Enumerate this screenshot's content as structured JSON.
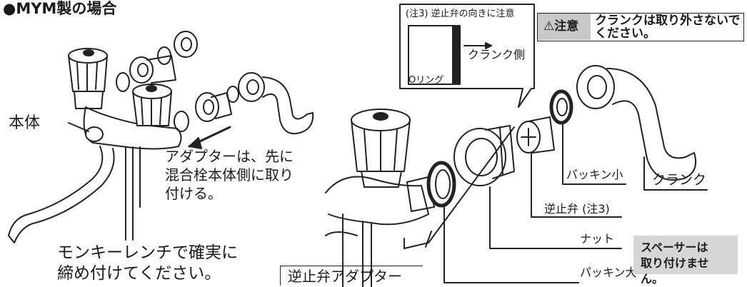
{
  "title": "●MYM製の場合",
  "labels": {
    "body": "本体",
    "adapter_note": [
      "アダプターは、先に",
      "混合栓本体側に取り",
      "付ける。"
    ],
    "wrench_note": [
      "モンキーレンチで確実に",
      "締め付けてください。"
    ],
    "check_valve_adapter": "逆止弁アダプター"
  },
  "parts": {
    "packing_small": "パッキン小",
    "crank": "クランク",
    "check_valve": "逆止弁 (注3)",
    "nut": "ナット",
    "packing_large": "パッキン大"
  },
  "spacer_note": [
    "スペーサーは",
    "取り付けません。"
  ],
  "caution": {
    "tag": "注意",
    "icon": "warning-triangle-icon",
    "text": "クランクは取り外さないでください。"
  },
  "callout": {
    "title": "(注3) 逆止弁の向きに注意",
    "crank_side": "クランク側",
    "oring": "Oリング"
  },
  "colors": {
    "line": "#222222",
    "tag_gray": "#c8c8c8",
    "spacer_gray": "#d6d6d6"
  }
}
